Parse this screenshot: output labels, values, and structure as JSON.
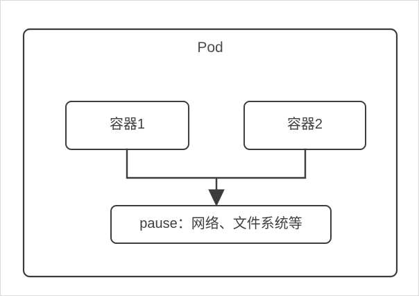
{
  "diagram": {
    "type": "kubernetes-pod-architecture",
    "background_color": "#ffffff",
    "stroke_color": "#3c3c3c",
    "text_color": "#4a4a4a",
    "pod": {
      "title": "Pod",
      "shape": "rounded-rectangle"
    },
    "containers": [
      {
        "id": "container-1",
        "label": "容器1"
      },
      {
        "id": "container-2",
        "label": "容器2"
      }
    ],
    "pause_container": {
      "id": "pause-box",
      "label": "pause：网络、文件系统等"
    },
    "connector": {
      "id": "merge-arrow",
      "icon": "down-arrow-icon",
      "direction": "down",
      "from": [
        "容器1",
        "容器2"
      ],
      "to": "pause：网络、文件系统等"
    }
  }
}
